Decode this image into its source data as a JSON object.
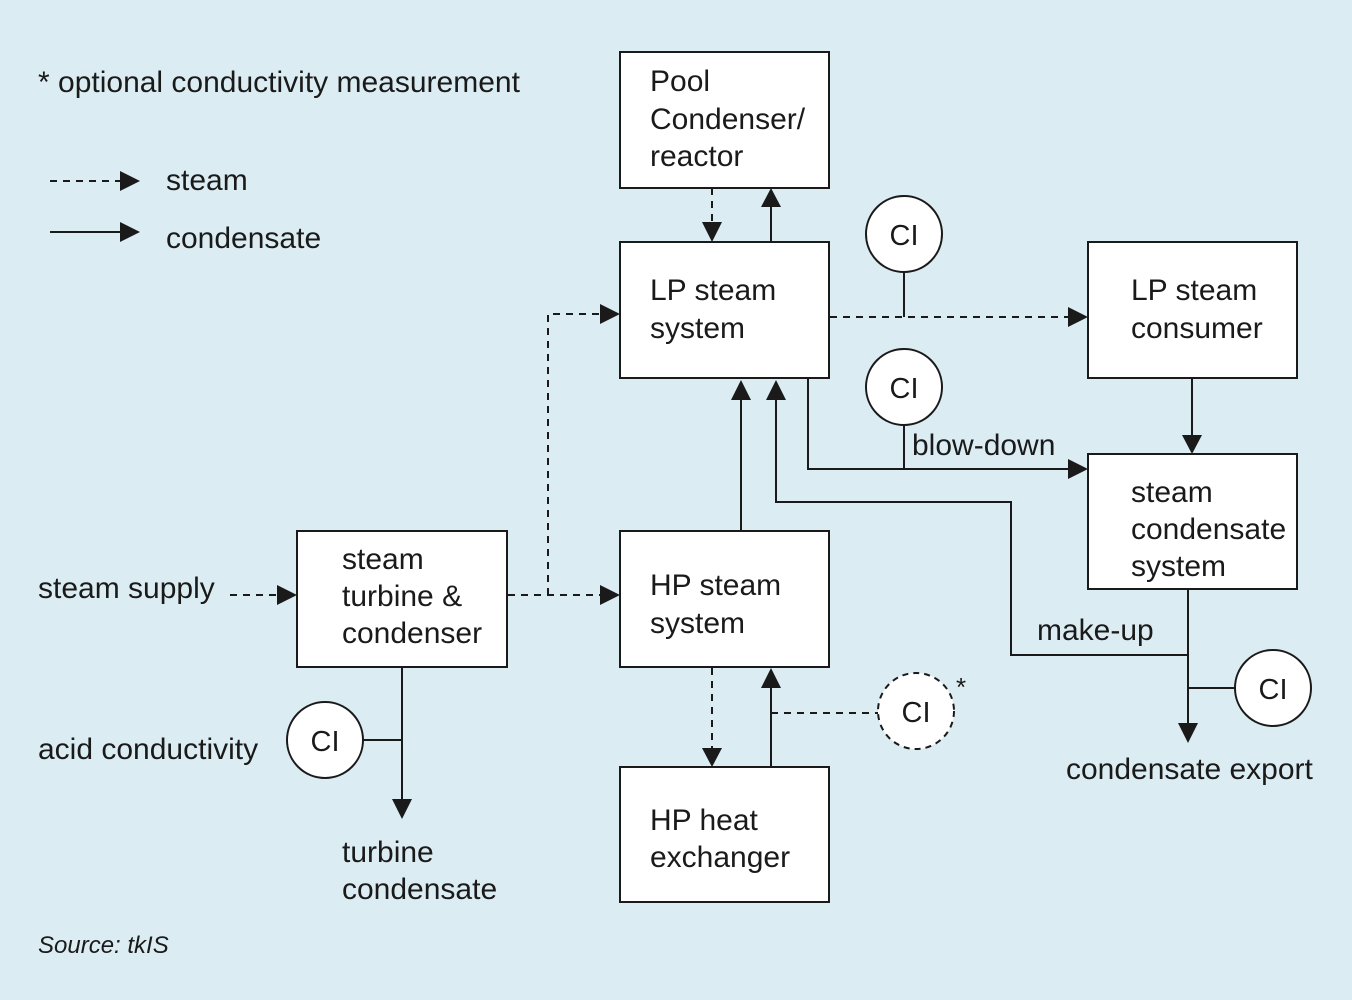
{
  "legend": {
    "note": "* optional conductivity measurement",
    "steam": "steam",
    "condensate": "condensate"
  },
  "boxes": {
    "pool": [
      "Pool",
      "Condenser/",
      "reactor"
    ],
    "lp_system": [
      "LP steam",
      "system"
    ],
    "lp_consumer": [
      "LP steam",
      "consumer"
    ],
    "condensate_system": [
      "steam",
      "condensate",
      "system"
    ],
    "turbine": [
      "steam",
      "turbine &",
      "condenser"
    ],
    "hp_system": [
      "HP steam",
      "system"
    ],
    "hp_exchanger": [
      "HP heat",
      "exchanger"
    ]
  },
  "sensor_label": "CI",
  "optional_marker": "*",
  "labels": {
    "steam_supply": "steam supply",
    "acid_conductivity": "acid conductivity",
    "turbine_condensate": [
      "turbine",
      "condensate"
    ],
    "blow_down": "blow-down",
    "make_up": "make-up",
    "condensate_export": "condensate export"
  },
  "source": "Source: tkIS"
}
